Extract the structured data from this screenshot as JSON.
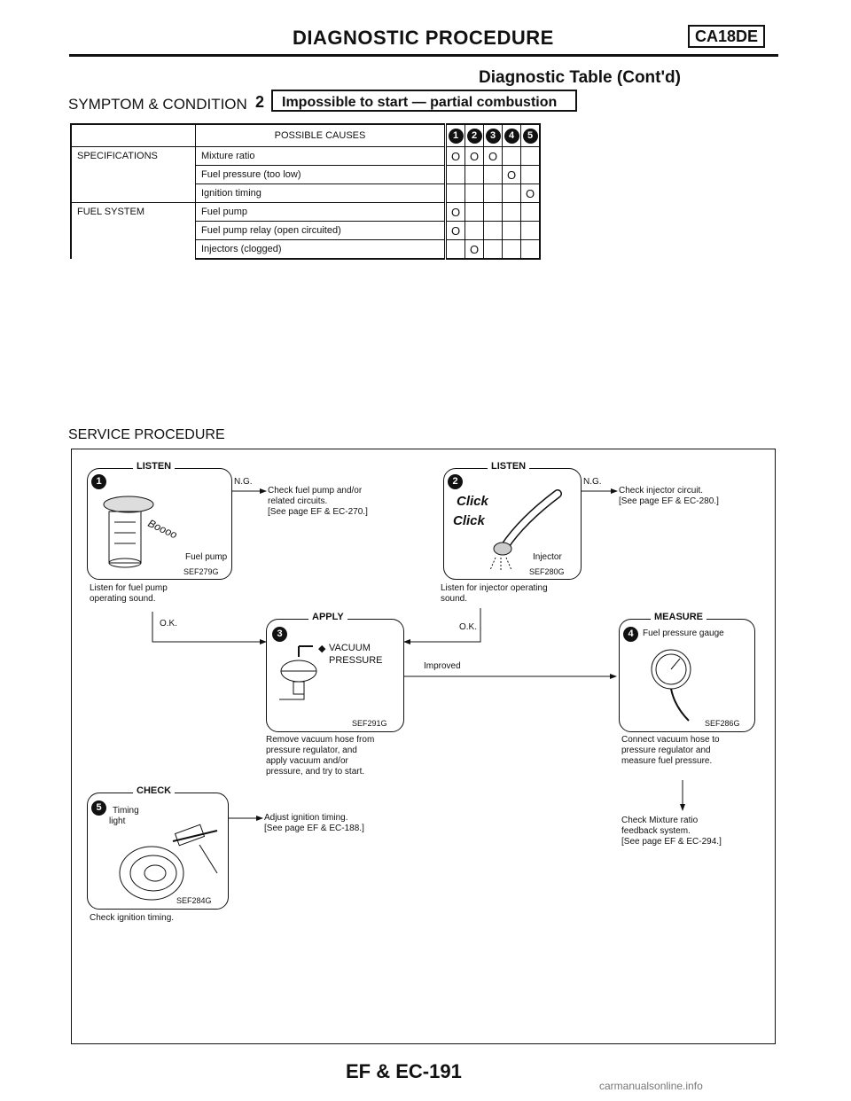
{
  "header": {
    "title": "DIAGNOSTIC PROCEDURE",
    "badge": "CA18DE",
    "subtitle": "Diagnostic Table (Cont'd)"
  },
  "symptom": {
    "label": "SYMPTOM & CONDITION",
    "number": "2",
    "text": "Impossible to start — partial combustion"
  },
  "table": {
    "header": "POSSIBLE CAUSES",
    "step_badges": [
      "1",
      "2",
      "3",
      "4",
      "5"
    ],
    "groups": [
      {
        "category": "SPECIFICATIONS",
        "rows": [
          {
            "cause": "Mixture ratio",
            "marks": [
              "O",
              "O",
              "O",
              "",
              ""
            ]
          },
          {
            "cause": "Fuel pressure (too low)",
            "marks": [
              "",
              "",
              "",
              "O",
              ""
            ]
          },
          {
            "cause": "Ignition timing",
            "marks": [
              "",
              "",
              "",
              "",
              "O"
            ]
          }
        ]
      },
      {
        "category": "FUEL SYSTEM",
        "rows": [
          {
            "cause": "Fuel pump",
            "marks": [
              "O",
              "",
              "",
              "",
              ""
            ]
          },
          {
            "cause": "Fuel pump relay (open circuited)",
            "marks": [
              "O",
              "",
              "",
              "",
              ""
            ]
          },
          {
            "cause": "Injectors (clogged)",
            "marks": [
              "",
              "O",
              "",
              "",
              ""
            ]
          }
        ]
      }
    ]
  },
  "service": {
    "title": "SERVICE PROCEDURE",
    "step1": {
      "badge": "1",
      "title": "LISTEN",
      "part": "Fuel pump",
      "code": "SEF279G",
      "desc": [
        "Listen for fuel pump",
        "operating sound."
      ],
      "ng": "N.G.",
      "ng_action": [
        "Check fuel pump and/or",
        "related circuits.",
        "[See page EF & EC-270.]"
      ],
      "ok": "O.K."
    },
    "step2": {
      "badge": "2",
      "title": "LISTEN",
      "part": "Injector",
      "code": "SEF280G",
      "click1": "Click",
      "click2": "Click",
      "desc": [
        "Listen for injector operating",
        "sound."
      ],
      "ng": "N.G.",
      "ng_action": [
        "Check injector circuit.",
        "[See page EF & EC-280.]"
      ],
      "ok": "O.K."
    },
    "step3": {
      "badge": "3",
      "title": "APPLY",
      "label1": "VACUUM",
      "label2": "PRESSURE",
      "code": "SEF291G",
      "desc": [
        "Remove vacuum hose from",
        "pressure regulator, and",
        "apply vacuum and/or",
        "pressure, and try to start."
      ],
      "improved": "Improved"
    },
    "step4": {
      "badge": "4",
      "title": "MEASURE",
      "part": "Fuel pressure gauge",
      "code": "SEF286G",
      "desc": [
        "Connect vacuum hose to",
        "pressure regulator and",
        "measure fuel pressure."
      ],
      "next": [
        "Check Mixture ratio",
        "feedback system.",
        "[See page EF & EC-294.]"
      ]
    },
    "step5": {
      "badge": "5",
      "title": "CHECK",
      "part1": "Timing",
      "part2": "light",
      "code": "SEF284G",
      "desc": [
        "Check ignition timing."
      ],
      "action": [
        "Adjust ignition timing.",
        "[See page EF & EC-188.]"
      ]
    }
  },
  "footer": {
    "page": "EF & EC-191",
    "watermark": "carmanualsonline.info"
  }
}
